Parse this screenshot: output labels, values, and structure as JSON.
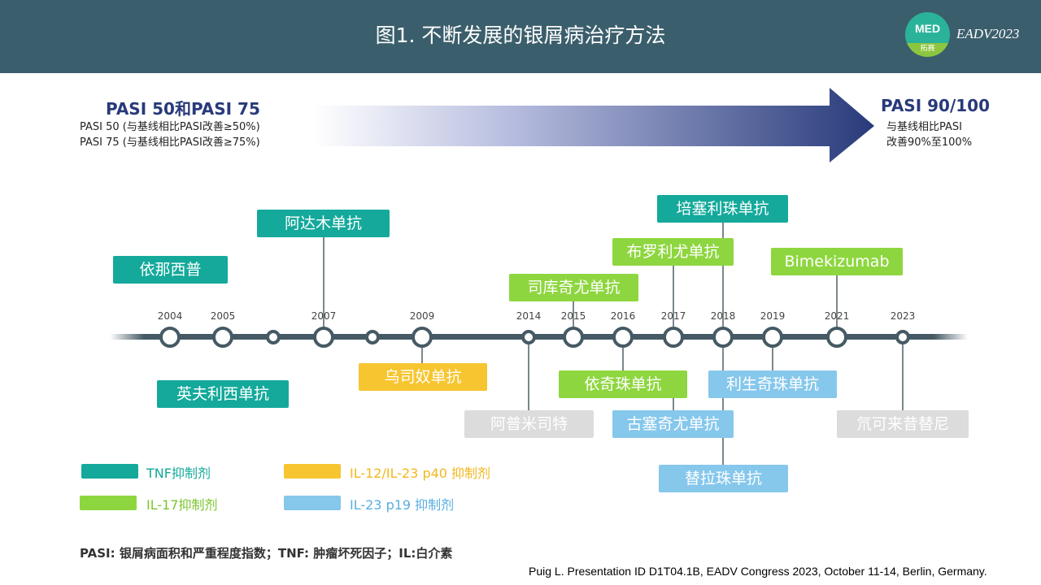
{
  "header": {
    "title": "图1. 不断发展的银屑病治疗方法",
    "logo_main": "MED",
    "logo_sub": "拓赛",
    "conference": "EADV2023"
  },
  "pasi": {
    "left_title": "PASI 50和PASI 75",
    "left_line1": "PASI 50 (与基线相比PASI改善≥50%)",
    "left_line2": "PASI 75 (与基线相比PASI改善≥75%)",
    "right_title": "PASI 90/100",
    "right_line1": "与基线相比PASI",
    "right_line2": "改善90%至100%"
  },
  "timeline": {
    "years": [
      "2004",
      "2005",
      "2007",
      "2009",
      "2014",
      "2015",
      "2016",
      "2017",
      "2018",
      "2019",
      "2021",
      "2023"
    ],
    "drugs": {
      "etanercept": "依那西普",
      "infliximab": "英夫利西单抗",
      "adalimumab": "阿达木单抗",
      "ustekinumab": "乌司奴单抗",
      "apremilast": "阿普米司特",
      "secukinumab": "司库奇尤单抗",
      "ixekizumab": "依奇珠单抗",
      "brodalumab": "布罗利尤单抗",
      "guselkumab": "古塞奇尤单抗",
      "certolizumab": "培塞利珠单抗",
      "risankizumab": "利生奇珠单抗",
      "tildrakizumab": "替拉珠单抗",
      "bimekizumab": "Bimekizumab",
      "deucravacitinib": "氘可来昔替尼"
    }
  },
  "legend": {
    "tnf": "TNF抑制剂",
    "il17": "IL-17抑制剂",
    "il12": "IL-12/IL-23 p40 抑制剂",
    "il23": "IL-23 p19 抑制剂"
  },
  "colors": {
    "tnf": "#14a99b",
    "il17": "#8ed63f",
    "il12": "#f7c52f",
    "il23": "#86c7ec",
    "other": "#dcdcdc",
    "header": "#3b5e6c",
    "arrow": "#283a7a"
  },
  "footnote": "PASI: 银屑病面积和严重程度指数；TNF: 肿瘤坏死因子；IL:白介素",
  "citation": "Puig L. Presentation ID D1T04.1B, EADV Congress 2023, October 11-14, Berlin, Germany."
}
